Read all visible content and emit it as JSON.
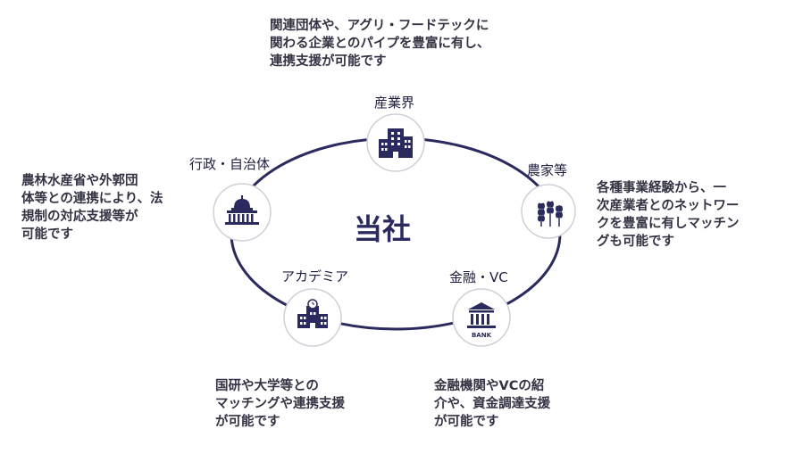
{
  "center": {
    "label": "当社"
  },
  "nodes": {
    "industry": {
      "label": "産業界",
      "icon": "office-building-icon"
    },
    "farmers": {
      "label": "農家等",
      "icon": "wheat-icon"
    },
    "finance": {
      "label": "金融・VC",
      "icon": "bank-icon",
      "icon_text": "BANK"
    },
    "academia": {
      "label": "アカデミア",
      "icon": "university-building-icon"
    },
    "government": {
      "label": "行政・自治体",
      "icon": "capitol-building-icon"
    }
  },
  "descriptions": {
    "industry": [
      "関連団体や、アグリ・フードテックに",
      "関わる企業とのパイプを豊富に有し、",
      "連携支援が可能です"
    ],
    "farmers": [
      "各種事業経験から、一",
      "次産業者とのネットワー",
      "クを豊富に有しマッチン",
      "グも可能です"
    ],
    "finance": [
      "金融機関やVCの紹",
      "介や、資金調達支援",
      "が可能です"
    ],
    "academia": [
      "国研や大学等との",
      "マッチングや連携支援",
      "が可能です"
    ],
    "government": [
      "農林水産省や外郭団",
      "体等との連携により、法",
      "規制の対応支援等が",
      "可能です"
    ]
  },
  "colors": {
    "navy": "#2a2a5e",
    "ring": "#2a2a5e",
    "circle_border": "#cfcfd8"
  }
}
